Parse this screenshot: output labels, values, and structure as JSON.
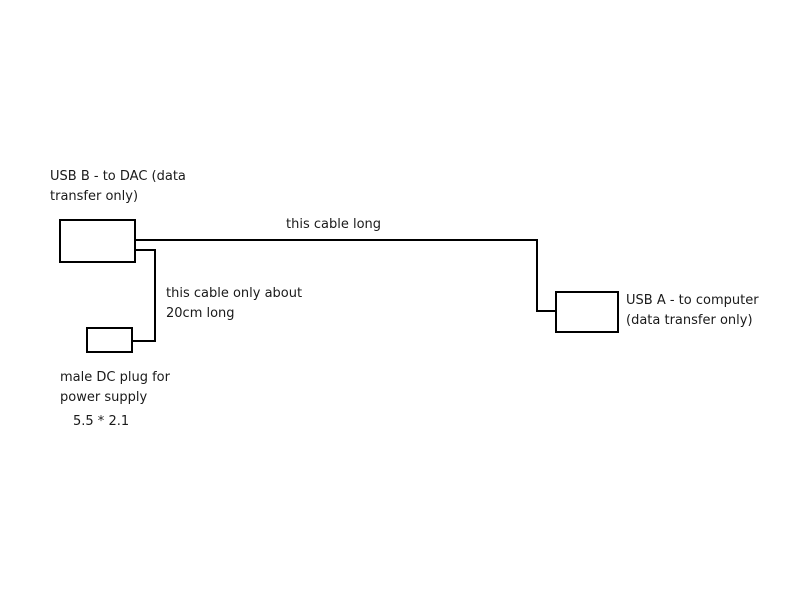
{
  "components": {
    "usb_b": {
      "lines": [
        "USB B - to DAC (data",
        "transfer only)"
      ]
    },
    "usb_a": {
      "lines": [
        "USB A - to computer",
        "(data transfer only)"
      ]
    },
    "dc_plug": {
      "lines": [
        "male DC plug for",
        "power supply"
      ],
      "spec": "5.5 * 2.1"
    }
  },
  "cables": {
    "long": {
      "label": "this cable long"
    },
    "short": {
      "lines": [
        "this cable only about",
        "20cm long"
      ]
    }
  },
  "colors": {
    "line": "#000000",
    "background": "#ffffff"
  }
}
